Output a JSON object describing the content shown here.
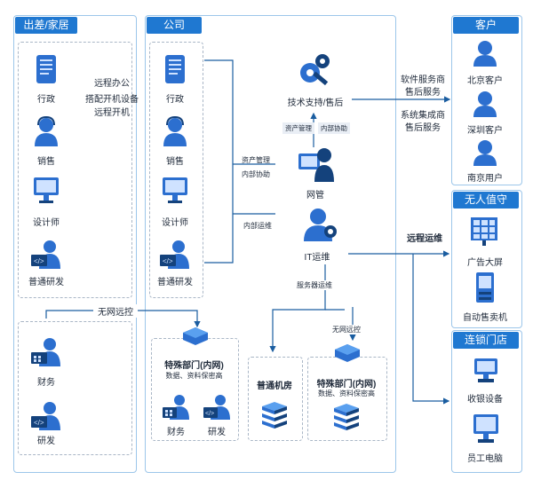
{
  "colors": {
    "accent": "#1f78d1",
    "panel_border": "#9cc6ea",
    "line": "#1a5da0",
    "dashed": "#a9b6c6"
  },
  "left_panel": {
    "title": "出差/家居",
    "items": [
      {
        "label": "行政",
        "icon": "document-icon"
      },
      {
        "label": "销售",
        "icon": "headset-person-icon"
      },
      {
        "label": "设计师",
        "icon": "monitor-design-icon"
      },
      {
        "label": "普通研发",
        "icon": "developer-icon"
      }
    ],
    "lower_items": [
      {
        "label": "财务",
        "icon": "finance-icon"
      },
      {
        "label": "研发",
        "icon": "developer-icon"
      }
    ],
    "remote_text": [
      "远程办公",
      "搭配开机设备",
      "远程开机"
    ],
    "no_network_label": "无网远控"
  },
  "company_panel": {
    "title": "公司",
    "items": [
      {
        "label": "行政",
        "icon": "document-icon"
      },
      {
        "label": "销售",
        "icon": "headset-person-icon"
      },
      {
        "label": "设计师",
        "icon": "monitor-design-icon"
      },
      {
        "label": "普通研发",
        "icon": "developer-icon"
      }
    ],
    "tech_support": {
      "label": "技术支持/售后",
      "chips": [
        "资产管理",
        "内部协助"
      ]
    },
    "network_admin": {
      "label": "网管",
      "side_labels": [
        "资产管理",
        "内部协助"
      ]
    },
    "it_ops": {
      "label": "IT运维",
      "side_label": "内部运维",
      "server_ops_label": "服务器运维"
    },
    "special_dept": {
      "title": "特殊部门(内网)",
      "subtitle": "数据、资料保密高",
      "items": [
        "财务",
        "研发"
      ]
    },
    "server_room": {
      "label": "普通机房"
    },
    "special_dept_2": {
      "title": "特殊部门(内网)",
      "subtitle": "数据、资料保密高",
      "no_network_label": "无网远控"
    }
  },
  "customers_panel": {
    "title": "客户",
    "items": [
      "北京客户",
      "深圳客户",
      "南京用户"
    ],
    "notes": [
      "软件服务商",
      "售后服务",
      "系统集成商",
      "售后服务"
    ]
  },
  "unmanned_panel": {
    "title": "无人值守",
    "items": [
      "广告大屏",
      "自动售卖机"
    ],
    "link_label": "远程运维"
  },
  "chain_panel": {
    "title": "连锁门店",
    "items": [
      "收银设备",
      "员工电脑"
    ]
  }
}
